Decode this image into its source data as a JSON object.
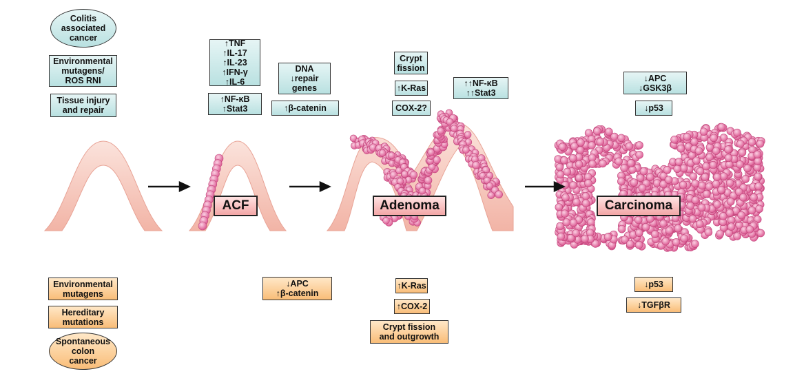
{
  "colors": {
    "top_box": "#cdeaea",
    "bottom_box": "#f9c78a",
    "stage_label": "#f7b9b9",
    "tissue": "#f4c2b4",
    "cells": "#e77aa9"
  },
  "top": {
    "colitis_oval": [
      "Colitis",
      "associated",
      "cancer"
    ],
    "env_mutagens_ros": [
      "Environmental",
      "mutagens/",
      "ROS RNI"
    ],
    "tissue_injury": [
      "Tissue injury",
      "and repair"
    ],
    "cytokines": [
      "↑TNF",
      "↑IL-17",
      "↑IL-23",
      "↑IFN-γ",
      "↑IL-6"
    ],
    "nfkb_stat3_acf": [
      "↑NF-κB",
      "↑Stat3"
    ],
    "dna_repair": [
      "DNA",
      "↓repair",
      "genes"
    ],
    "beta_catenin": [
      "↑β-catenin"
    ],
    "crypt_fission": [
      "Crypt",
      "fission"
    ],
    "kras": [
      "↑K-Ras"
    ],
    "cox2q": [
      "COX-2?"
    ],
    "nfkb_stat3_adenoma": [
      "↑↑NF-κB",
      "↑↑Stat3"
    ],
    "apc_gsk3b": [
      "↓APC",
      "↓GSK3β"
    ],
    "p53": [
      "↓p53"
    ]
  },
  "stages": {
    "acf": "ACF",
    "adenoma": "Adenoma",
    "carcinoma": "Carcinoma"
  },
  "bottom": {
    "env_mutagens": [
      "Environmental",
      "mutagens"
    ],
    "hereditary": [
      "Hereditary",
      "mutations"
    ],
    "spontaneous_oval": [
      "Spontaneous",
      "colon",
      "cancer"
    ],
    "apc_bcat": [
      "↓APC",
      "↑β-catenin"
    ],
    "kras": [
      "↑K-Ras"
    ],
    "cox2": [
      "↑COX-2"
    ],
    "crypt_outgrowth": [
      "Crypt fission",
      "and outgrowth"
    ],
    "p53": [
      "↓p53"
    ],
    "tgfbr": [
      "↓TGFβR"
    ]
  }
}
